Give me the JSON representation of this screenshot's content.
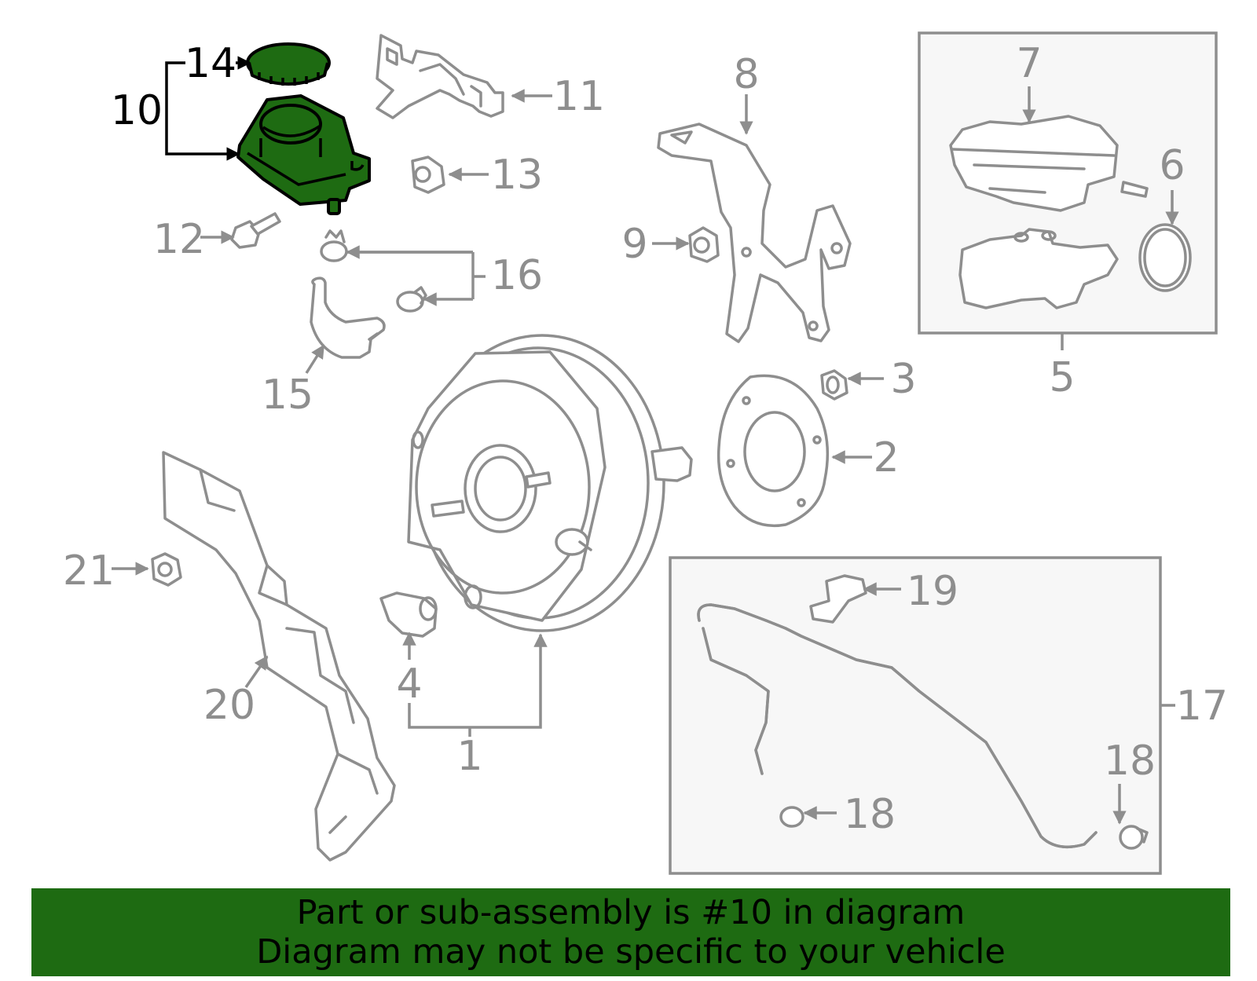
{
  "diagram": {
    "callouts": {
      "c1": "1",
      "c2": "2",
      "c3": "3",
      "c4": "4",
      "c5": "5",
      "c6": "6",
      "c7": "7",
      "c8": "8",
      "c9": "9",
      "c10": "10",
      "c11": "11",
      "c12": "12",
      "c13": "13",
      "c14": "14",
      "c15": "15",
      "c16": "16",
      "c17": "17",
      "c18a": "18",
      "c18b": "18",
      "c19": "19",
      "c20": "20",
      "c21": "21"
    },
    "highlighted_part": "10",
    "colors": {
      "highlight": "#1e6b12",
      "line": "#8e8e8e",
      "inset_background": "#f7f7f7"
    }
  },
  "banner": {
    "line1": "Part or sub-assembly is #10 in diagram",
    "line2": "Diagram may not be specific to your vehicle"
  }
}
